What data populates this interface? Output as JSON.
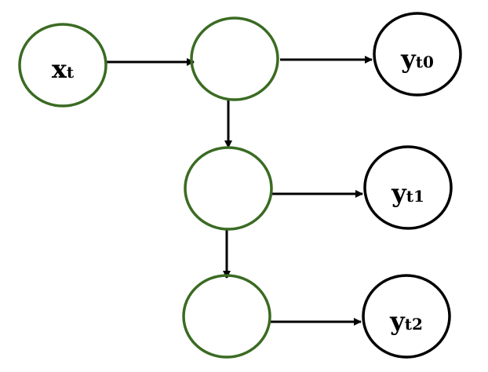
{
  "colors": {
    "hidden_stroke": "#3a6b22",
    "output_stroke": "#000000",
    "arrow": "#000000",
    "text": "#000000",
    "background": "#ffffff"
  },
  "nodes": {
    "input": {
      "main": "x",
      "sub": "t"
    },
    "hidden_0": {
      "main": "",
      "sub": ""
    },
    "hidden_1": {
      "main": "",
      "sub": ""
    },
    "hidden_2": {
      "main": "",
      "sub": ""
    },
    "output_0": {
      "main": "y",
      "sub": "t0"
    },
    "output_1": {
      "main": "y",
      "sub": "t1"
    },
    "output_2": {
      "main": "y",
      "sub": "t2"
    }
  },
  "edges": [
    {
      "from": "input",
      "to": "hidden_0"
    },
    {
      "from": "hidden_0",
      "to": "output_0"
    },
    {
      "from": "hidden_0",
      "to": "hidden_1"
    },
    {
      "from": "hidden_1",
      "to": "output_1"
    },
    {
      "from": "hidden_1",
      "to": "hidden_2"
    },
    {
      "from": "hidden_2",
      "to": "output_2"
    }
  ]
}
